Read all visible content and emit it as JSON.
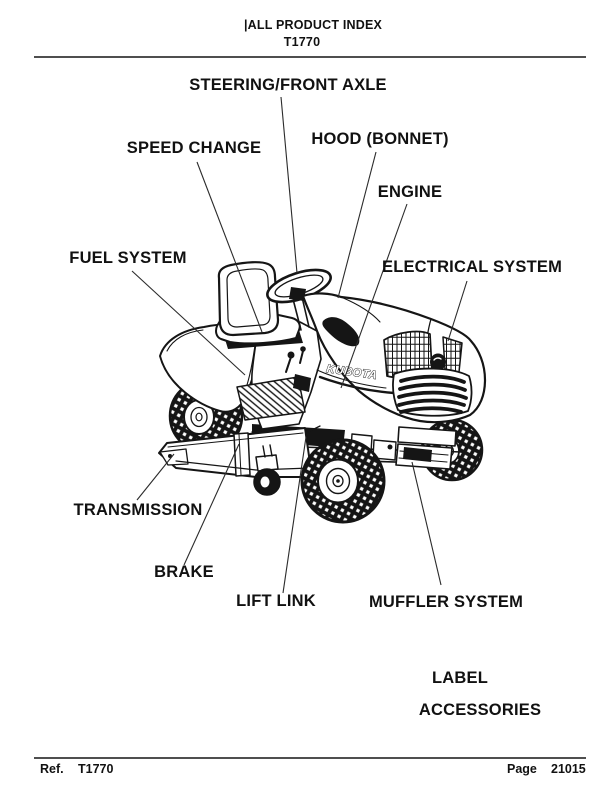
{
  "header": {
    "index_title": "|ALL PRODUCT INDEX",
    "model": "T1770"
  },
  "diagram": {
    "brand_text": "KUBOTA",
    "callouts": [
      {
        "label": "STEERING/FRONT AXLE"
      },
      {
        "label": "SPEED CHANGE"
      },
      {
        "label": "HOOD (BONNET)"
      },
      {
        "label": "ENGINE"
      },
      {
        "label": "FUEL SYSTEM"
      },
      {
        "label": "ELECTRICAL SYSTEM"
      },
      {
        "label": "TRANSMISSION"
      },
      {
        "label": "BRAKE"
      },
      {
        "label": "LIFT LINK"
      },
      {
        "label": "MUFFLER SYSTEM"
      },
      {
        "label": "LABEL"
      },
      {
        "label": "ACCESSORIES"
      }
    ]
  },
  "footer": {
    "ref_label": "Ref.",
    "ref_value": "T1770",
    "page_label": "Page",
    "page_value": "21015"
  },
  "colors": {
    "ink": "#151515",
    "leader_line": "#2b2b2b",
    "rule": "#4f4f4f"
  }
}
